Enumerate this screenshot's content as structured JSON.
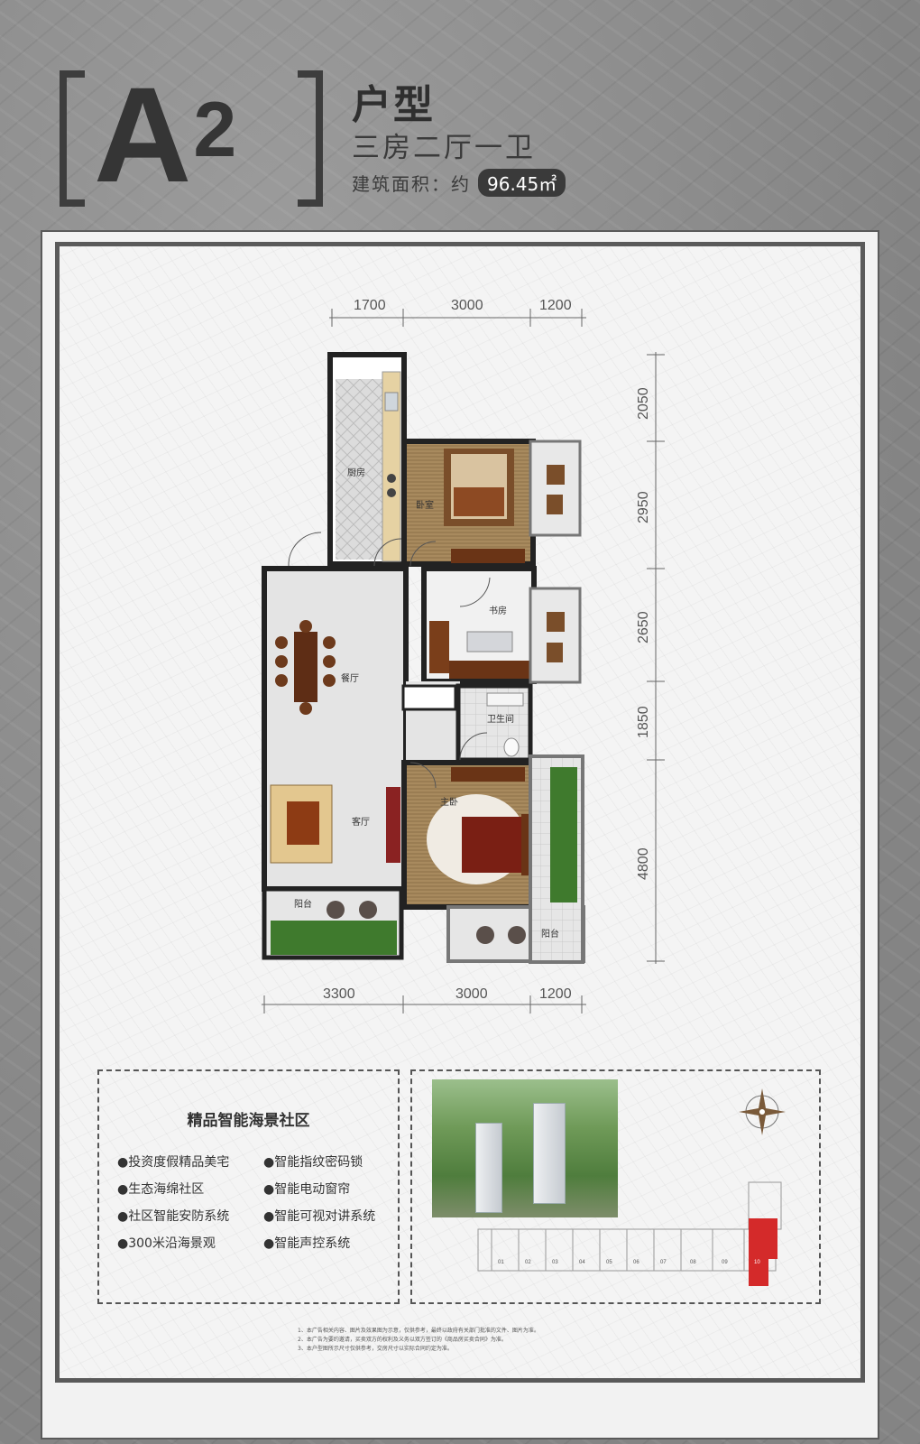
{
  "header": {
    "unit_code": "A",
    "unit_number": "2",
    "type_label": "户型",
    "rooms": "三房二厅一卫",
    "area_label": "建筑面积：约",
    "area_value": "96.45㎡"
  },
  "plan": {
    "top_dims": [
      "1700",
      "3000",
      "1200"
    ],
    "bottom_dims": [
      "3300",
      "3000",
      "1200"
    ],
    "right_dims": [
      "2050",
      "2950",
      "2650",
      "1850",
      "4800"
    ],
    "rooms": {
      "kitchen": "厨房",
      "bedroom2": "卧室",
      "study": "书房",
      "dining": "餐厅",
      "bathroom": "卫生间",
      "living": "客厅",
      "master": "主卧",
      "balcony_left": "阳台",
      "balcony_right": "阳台"
    }
  },
  "features": {
    "title": "精品智能海景社区",
    "left": [
      "●投资度假精品美宅",
      "●生态海绵社区",
      "●社区智能安防系统",
      "●300米沿海景观"
    ],
    "right": [
      "●智能指纹密码锁",
      "●智能电动窗帘",
      "●智能可视对讲系统",
      "●智能声控系统"
    ]
  },
  "site_plan": {
    "unit_numbers": [
      "01",
      "02",
      "03",
      "04",
      "05",
      "06",
      "07",
      "08",
      "09",
      "10"
    ],
    "highlight_color": "#d42a2a"
  },
  "footnotes": [
    "1、本广告相关内容、图片及效果图为示意，仅供参考，最终以政府有关部门批准的文件、图片为准。",
    "2、本广告为要约邀请，买卖双方的权利及义务以双方签订的《商品房买卖合同》为准。",
    "3、本户型图所示尺寸仅供参考，交房尺寸以实际合同约定为准。"
  ]
}
